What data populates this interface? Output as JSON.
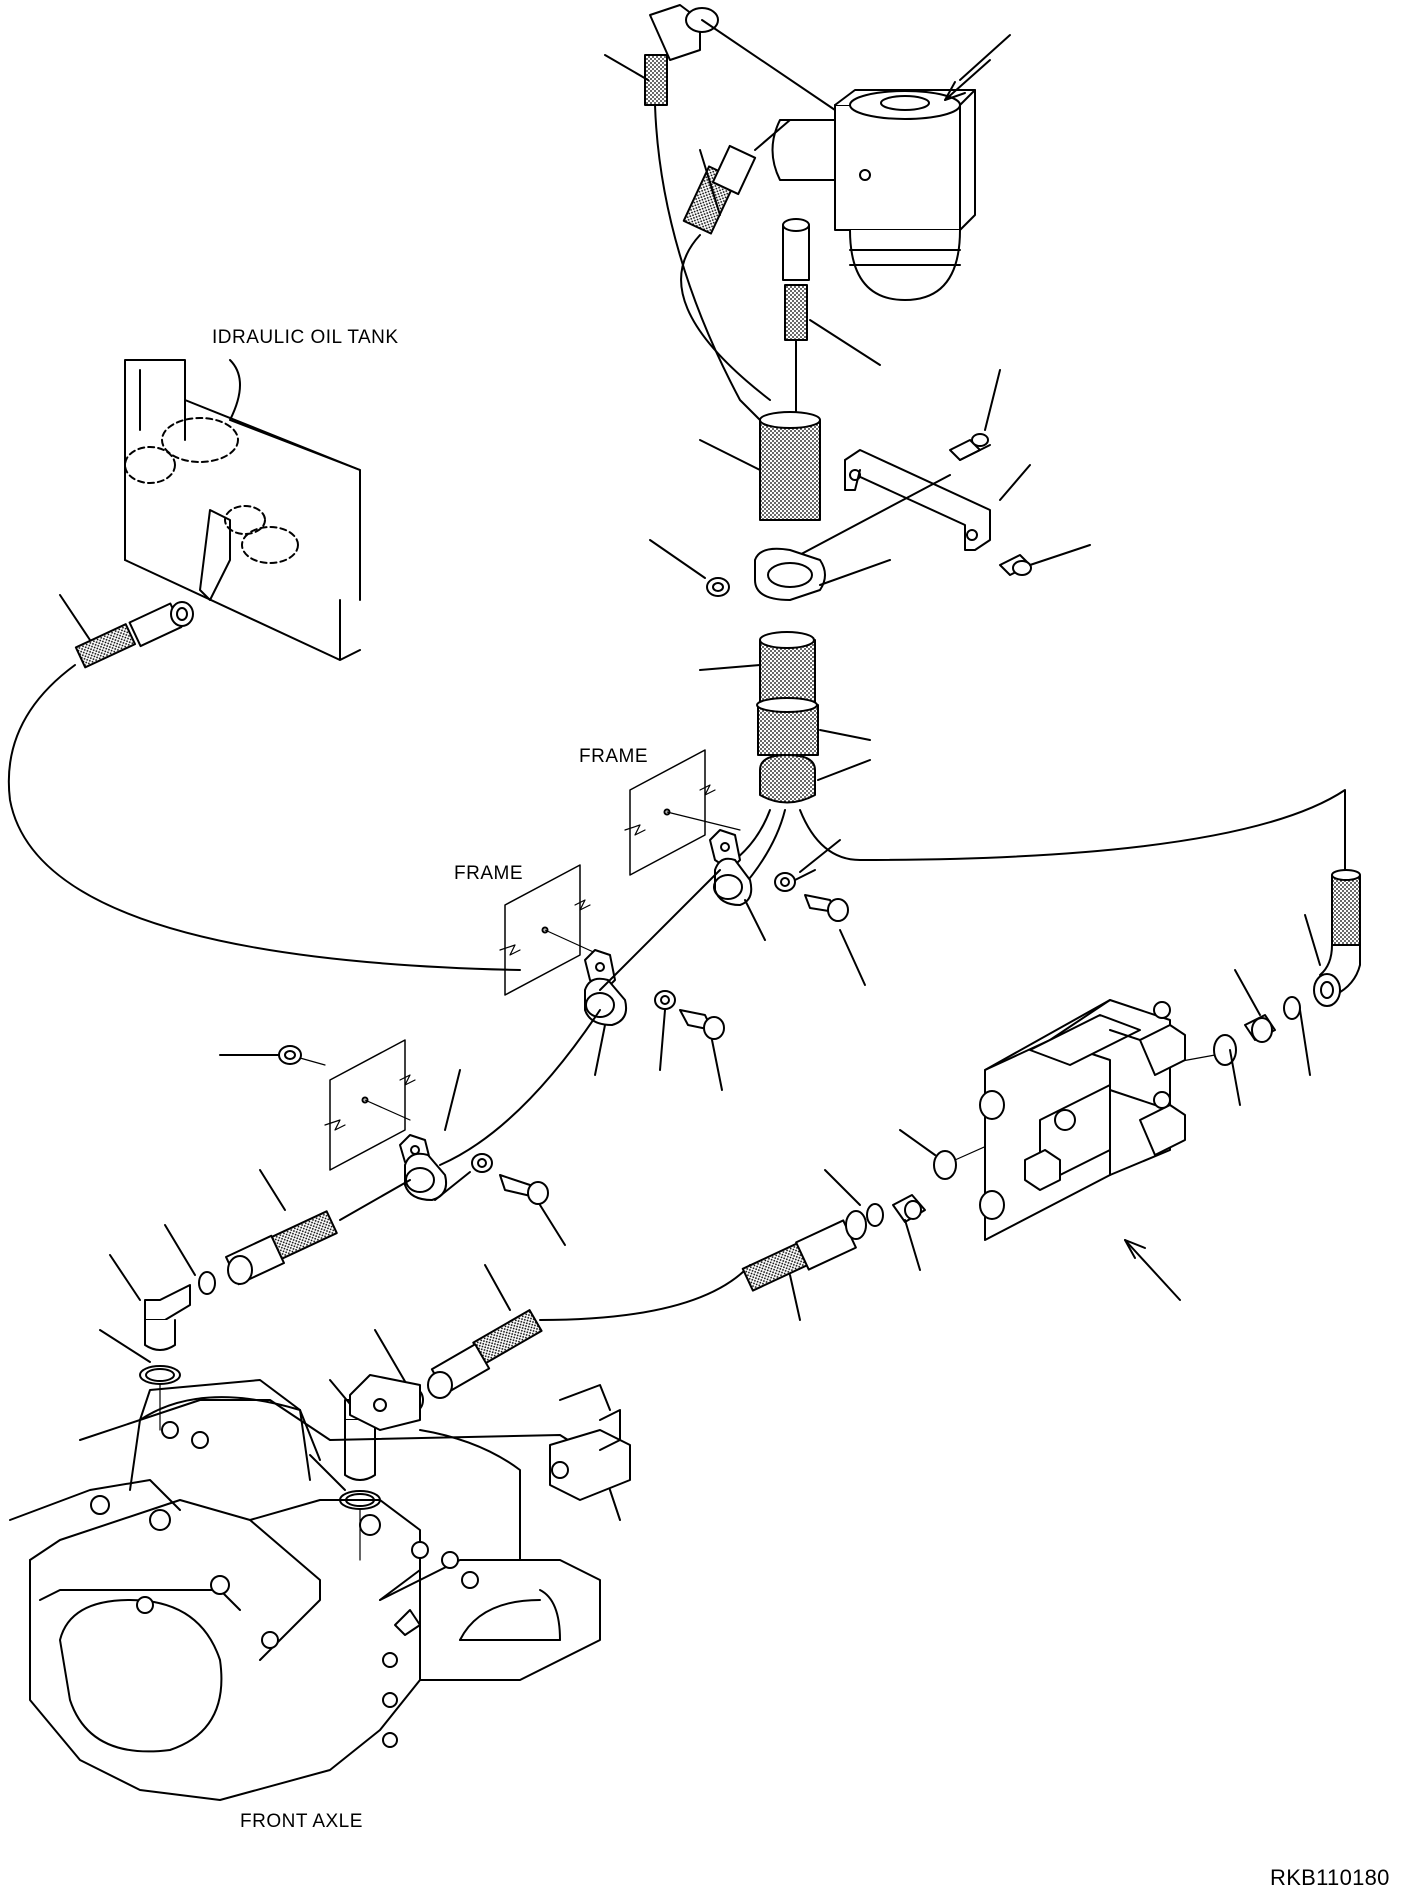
{
  "labels": {
    "tank": "IDRAULIC OIL TANK",
    "frame_upper": "FRAME",
    "frame_lower": "FRAME",
    "front_axle": "FRONT AXLE",
    "drawing_code": "RKB110180"
  },
  "colors": {
    "line": "#000000",
    "background": "#ffffff",
    "hose_hatch": "#000000"
  }
}
